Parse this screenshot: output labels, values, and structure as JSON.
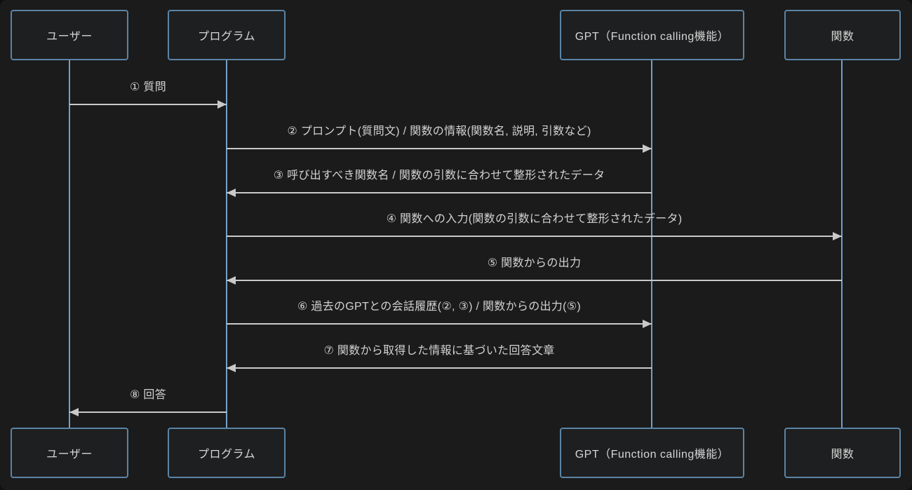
{
  "diagram": {
    "type": "sequence-diagram",
    "theme": "dark",
    "colors": {
      "background": "#1b1b1b",
      "actor_fill": "#1e1f20",
      "actor_border": "#5b84a6",
      "lifeline": "#74a0c8",
      "arrow": "#c9c9c9",
      "text": "#d2d2d2"
    }
  },
  "actors": [
    {
      "id": "user",
      "label": "ユーザー"
    },
    {
      "id": "program",
      "label": "プログラム"
    },
    {
      "id": "gpt",
      "label": "GPT（Function calling機能）"
    },
    {
      "id": "function",
      "label": "関数"
    }
  ],
  "messages": [
    {
      "step": 1,
      "label": "① 質問",
      "from": "user",
      "to": "program",
      "direction": "right"
    },
    {
      "step": 2,
      "label": "② プロンプト(質問文) / 関数の情報(関数名, 説明, 引数など)",
      "from": "program",
      "to": "gpt",
      "direction": "right"
    },
    {
      "step": 3,
      "label": "③ 呼び出すべき関数名 / 関数の引数に合わせて整形されたデータ",
      "from": "gpt",
      "to": "program",
      "direction": "left"
    },
    {
      "step": 4,
      "label": "④ 関数への入力(関数の引数に合わせて整形されたデータ)",
      "from": "program",
      "to": "function",
      "direction": "right"
    },
    {
      "step": 5,
      "label": "⑤ 関数からの出力",
      "from": "function",
      "to": "program",
      "direction": "left"
    },
    {
      "step": 6,
      "label": "⑥ 過去のGPTとの会話履歴(②, ③) / 関数からの出力(⑤)",
      "from": "program",
      "to": "gpt",
      "direction": "right"
    },
    {
      "step": 7,
      "label": "⑦ 関数から取得した情報に基づいた回答文章",
      "from": "gpt",
      "to": "program",
      "direction": "left"
    },
    {
      "step": 8,
      "label": "⑧ 回答",
      "from": "program",
      "to": "user",
      "direction": "left"
    }
  ]
}
